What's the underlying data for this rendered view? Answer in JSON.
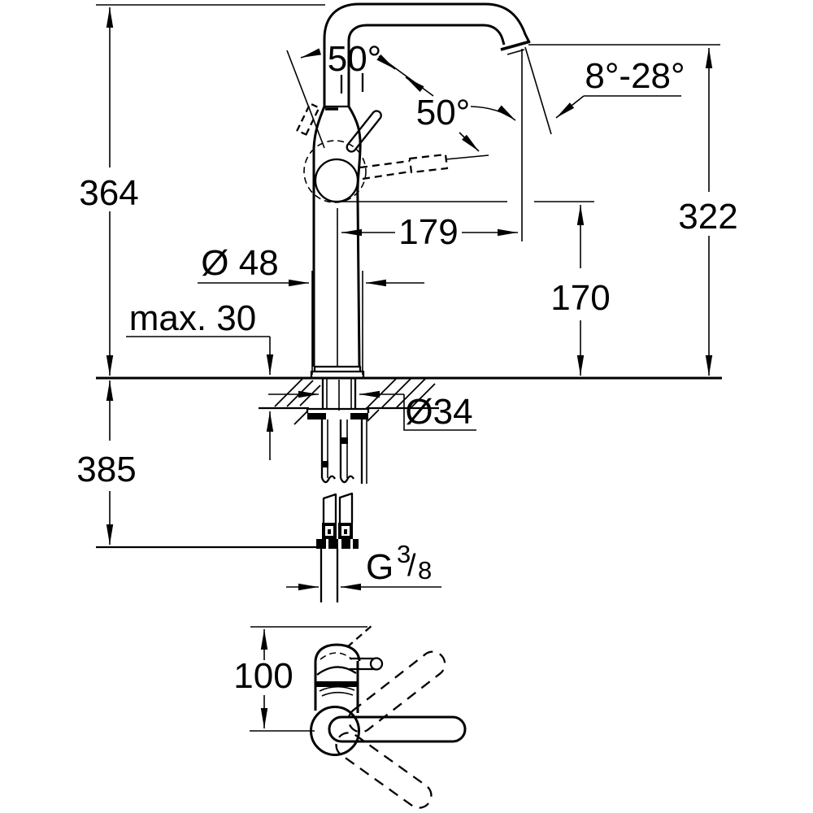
{
  "drawing": {
    "background": "#ffffff",
    "line_color": "#000000",
    "labels": {
      "height_total": "364",
      "depth_below_counter": "385",
      "outlet_height": "322",
      "spout_reach": "179",
      "outlet_clearance": "170",
      "body_diameter": "Ø 48",
      "counter_max_thickness": "max. 30",
      "shank_diameter": "Ø34",
      "spout_tilt_range": "8°-28°",
      "handle_swing_front": "50°",
      "handle_swing_side": "50°",
      "top_view_offset": "100",
      "thread": {
        "letter": "G",
        "numerator": "3",
        "slash": "/",
        "denominator": "8"
      }
    }
  }
}
